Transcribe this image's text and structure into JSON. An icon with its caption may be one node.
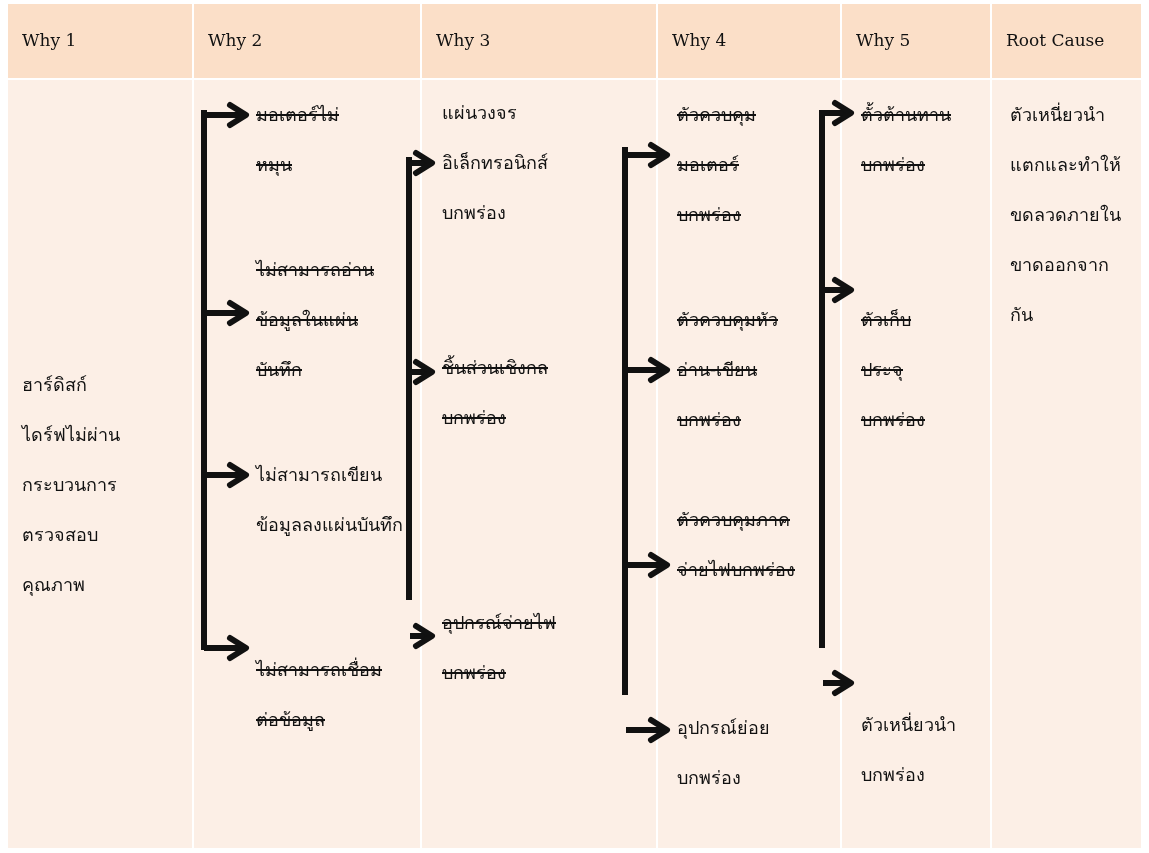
{
  "diagram": {
    "nodes": [
      {
        "text": [
          "ฮาร์ดิสก์ไดร์ฟไม่ผ่านกระบวนการตรวจสอบคุณภาพ"
        ]
      },
      {
        "text": [
          "มอเตอร์ไม่หมุน"
        ]
      },
      {
        "text": [
          "ไม่สามารถอ่านข้อมูลในแผ่นบันทึก"
        ]
      },
      {
        "text": [
          "ไม่สามารถเขียนข้อมูลลงแผ่นบันทึก"
        ]
      },
      {
        "text": [
          "ไม่สามารถเชื่อมต่อข้อมูล"
        ]
      },
      {
        "text": [
          "แผ่นวงจรอิเล็กทรอนิกส์บกพร่อง"
        ]
      },
      {
        "text": [
          "ชิ้นส่วนเชิงกลบกพร่อง"
        ]
      },
      {
        "text": [
          "อุปกรณ์จ่ายไฟบกพร่อง"
        ]
      },
      {
        "text": [
          "ตัวควบคุมมอเตอร์บกพร่อง"
        ]
      },
      {
        "text": [
          "ตัวควบคุมหัวอ่าน-เขียนบกพร่อง"
        ]
      },
      {
        "text": [
          "ตัวควบคุมภาคจ่ายไฟบกพร่อง"
        ]
      },
      {
        "text": [
          "อุปกรณ์ย่อยบกพร่อง"
        ]
      },
      {
        "text": [
          "ตั้วต้านทานบกพร่อง"
        ]
      },
      {
        "text": [
          "ตัวเก็บประจุบกพร่อง"
        ]
      },
      {
        "text": [
          "ตัวเหนี่ยวนำบกพร่อง"
        ]
      },
      {
        "text": [
          "ตัวเหนี่ยวนำแตกและทำให้ขดลวดภายในขาดออกจากกัน"
        ]
      }
    ],
    "edges": [
      {
        "from": 0,
        "to": 1,
        "arrow": "to"
      },
      {
        "from": 0,
        "to": 2,
        "arrow": "to"
      },
      {
        "from": 0,
        "to": 3,
        "arrow": "to"
      },
      {
        "from": 0,
        "to": 4,
        "arrow": "to"
      },
      {
        "from": null,
        "to": 5,
        "arrow": "to"
      },
      {
        "from": null,
        "to": 6,
        "arrow": "to"
      },
      {
        "from": null,
        "to": 7,
        "arrow": "to"
      },
      {
        "from": null,
        "to": 8,
        "arrow": "to"
      },
      {
        "from": null,
        "to": 9,
        "arrow": "to"
      },
      {
        "from": null,
        "to": 10,
        "arrow": "to"
      },
      {
        "from": null,
        "to": 11,
        "arrow": "to"
      },
      {
        "from": null,
        "to": 12,
        "arrow": "to"
      },
      {
        "from": null,
        "to": 13,
        "arrow": "to"
      },
      {
        "from": null,
        "to": 14,
        "arrow": "to"
      }
    ],
    "labels": [
      "Why 1",
      "Why 2",
      "Why 3",
      "Why 4",
      "Why 5",
      "Root Cause"
    ]
  }
}
